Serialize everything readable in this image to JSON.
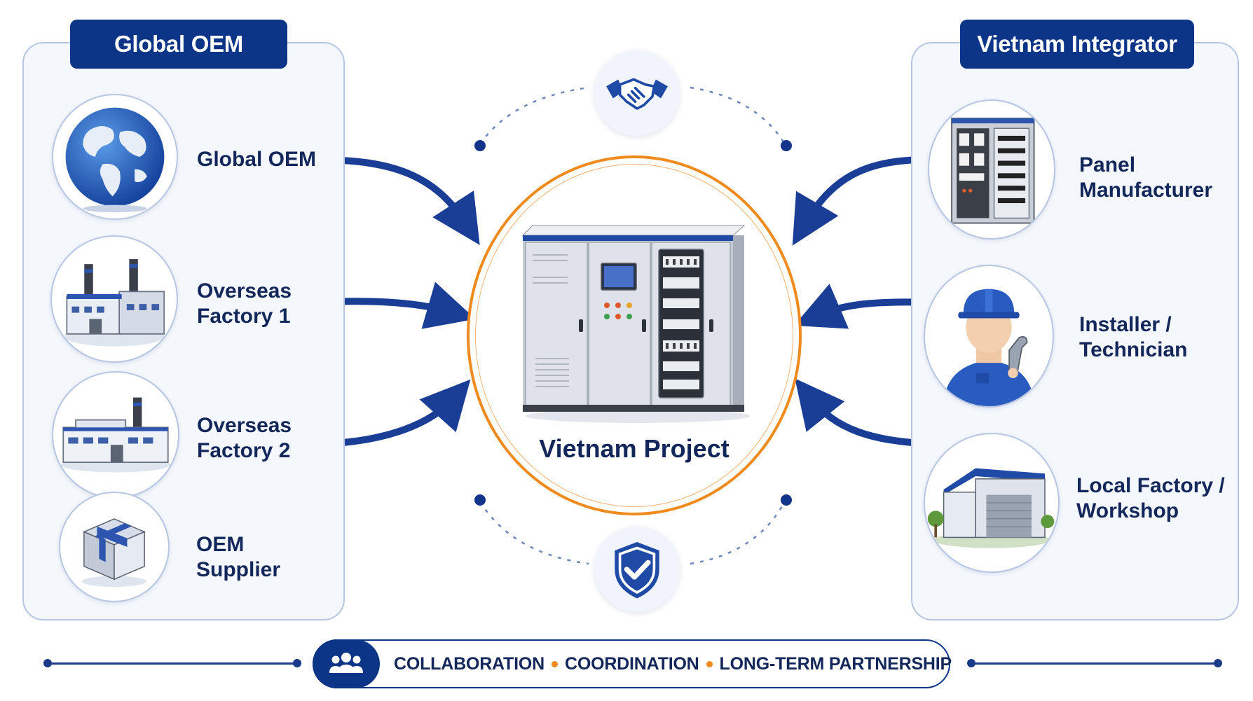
{
  "left_panel": {
    "title": "Global OEM",
    "nodes": [
      {
        "label": "Global OEM",
        "icon": "globe-icon"
      },
      {
        "label": "Overseas\nFactory 1",
        "icon": "factory-icon"
      },
      {
        "label": "Overseas\nFactory 2",
        "icon": "factory-icon"
      },
      {
        "label": "OEM\nSupplier",
        "icon": "box-icon"
      }
    ]
  },
  "right_panel": {
    "title": "Vietnam Integrator",
    "nodes": [
      {
        "label": "Panel\nManufacturer",
        "icon": "electrical-panel-icon"
      },
      {
        "label": "Installer /\nTechnician",
        "icon": "technician-icon"
      },
      {
        "label": "Local Factory /\nWorkshop",
        "icon": "workshop-icon"
      }
    ]
  },
  "center": {
    "label": "Vietnam Project",
    "icon": "switchgear-cabinet-icon"
  },
  "top_icon": "handshake-icon",
  "bottom_icon": "shield-check-icon",
  "footer": {
    "icon": "people-icon",
    "items": [
      "COLLABORATION",
      "COORDINATION",
      "LONG-TERM PARTNERSHIP"
    ]
  },
  "colors": {
    "primary_blue": "#0c3588",
    "accent_orange": "#ef8a1e",
    "panel_border": "#b7c6e2",
    "panel_bg": "#f4f7fc"
  }
}
